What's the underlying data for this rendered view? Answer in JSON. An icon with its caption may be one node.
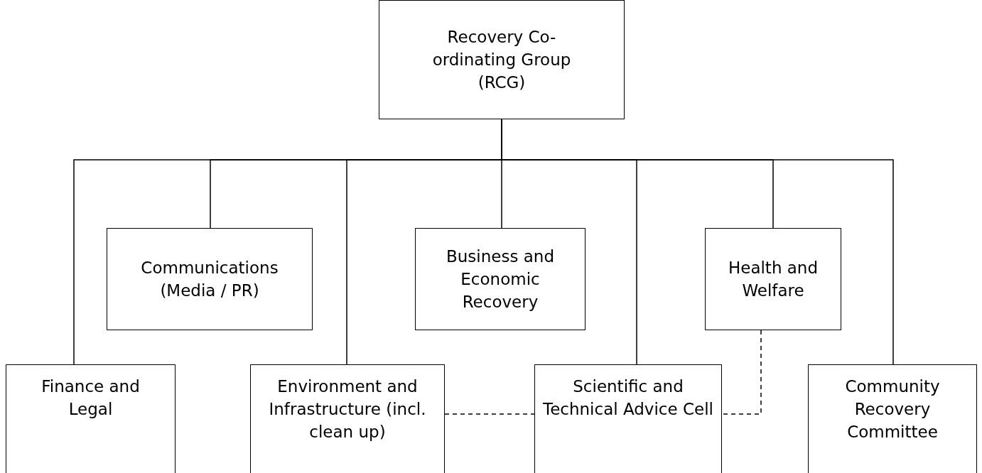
{
  "diagram": {
    "nodes": [
      {
        "text": [
          "Recovery Co-ordinating Group (RCG)"
        ]
      },
      {
        "text": [
          "Communications (Media / PR)"
        ]
      },
      {
        "text": [
          "Business and Economic Recovery"
        ]
      },
      {
        "text": [
          "Health and Welfare"
        ]
      },
      {
        "text": [
          "Finance and Legal"
        ]
      },
      {
        "text": [
          "Environment and Infrastructure (incl. clean up)"
        ]
      },
      {
        "text": [
          "Scientific and Technical Advice Cell"
        ]
      },
      {
        "text": [
          "Community Recovery Committee"
        ]
      }
    ],
    "edges": [
      {
        "from": 0,
        "to": 1,
        "arrow": "none"
      },
      {
        "from": 0,
        "to": 2,
        "arrow": "none"
      },
      {
        "from": 0,
        "to": 3,
        "arrow": "none"
      },
      {
        "from": 0,
        "to": 4,
        "arrow": "none"
      },
      {
        "from": 0,
        "to": 5,
        "arrow": "none"
      },
      {
        "from": 0,
        "to": 6,
        "arrow": "none"
      },
      {
        "from": 0,
        "to": 7,
        "arrow": "none"
      },
      {
        "from": 5,
        "to": 6,
        "arrow": "none",
        "style": "dashed"
      },
      {
        "from": 3,
        "to": 6,
        "arrow": "none",
        "style": "dashed"
      }
    ]
  }
}
